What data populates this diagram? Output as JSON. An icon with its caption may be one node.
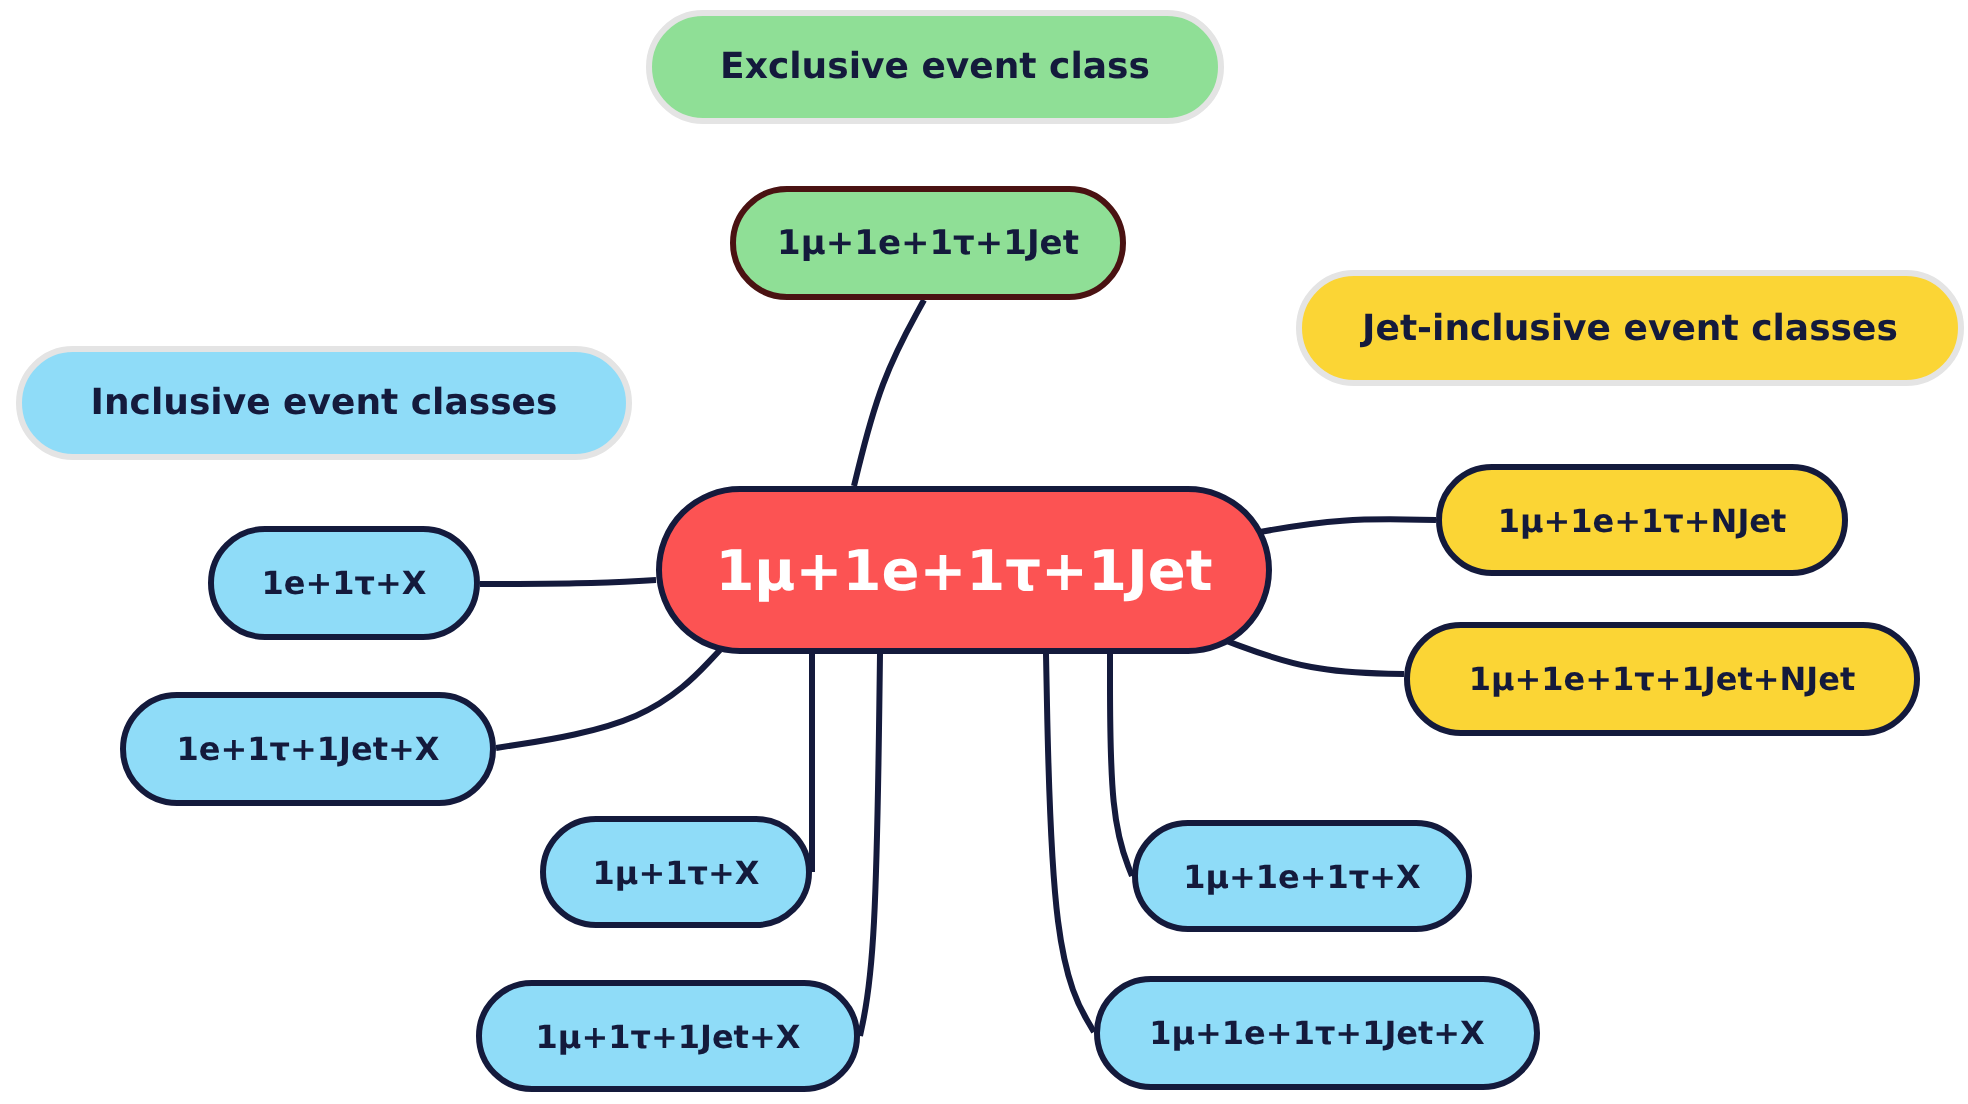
{
  "diagram": {
    "nodes": [
      {
        "text": [
          "Exclusive event class"
        ]
      },
      {
        "text": [
          "1μ+1e+1τ+1Jet"
        ]
      },
      {
        "text": [
          "Jet-inclusive event classes"
        ]
      },
      {
        "text": [
          "Inclusive event classes"
        ]
      },
      {
        "text": [
          "1μ+1e+1τ+1Jet"
        ]
      },
      {
        "text": [
          "1e+1τ+X"
        ]
      },
      {
        "text": [
          "1μ+1e+1τ+NJet"
        ]
      },
      {
        "text": [
          "1μ+1e+1τ+1Jet+NJet"
        ]
      },
      {
        "text": [
          "1e+1τ+1Jet+X"
        ]
      },
      {
        "text": [
          "1μ+1τ+X"
        ]
      },
      {
        "text": [
          "1μ+1e+1τ+X"
        ]
      },
      {
        "text": [
          "1μ+1τ+1Jet+X"
        ]
      },
      {
        "text": [
          "1μ+1e+1τ+1Jet+X"
        ]
      }
    ],
    "edges": [
      {
        "from": 4,
        "to": 1,
        "arrow": "none"
      },
      {
        "from": 4,
        "to": 5,
        "arrow": "none"
      },
      {
        "from": 4,
        "to": 6,
        "arrow": "none"
      },
      {
        "from": 4,
        "to": 7,
        "arrow": "none"
      },
      {
        "from": 4,
        "to": 8,
        "arrow": "none"
      },
      {
        "from": 4,
        "to": 9,
        "arrow": "none"
      },
      {
        "from": 4,
        "to": 11,
        "arrow": "none"
      },
      {
        "from": 4,
        "to": 12,
        "arrow": "none"
      },
      {
        "from": 4,
        "to": 10,
        "arrow": "none"
      }
    ]
  }
}
